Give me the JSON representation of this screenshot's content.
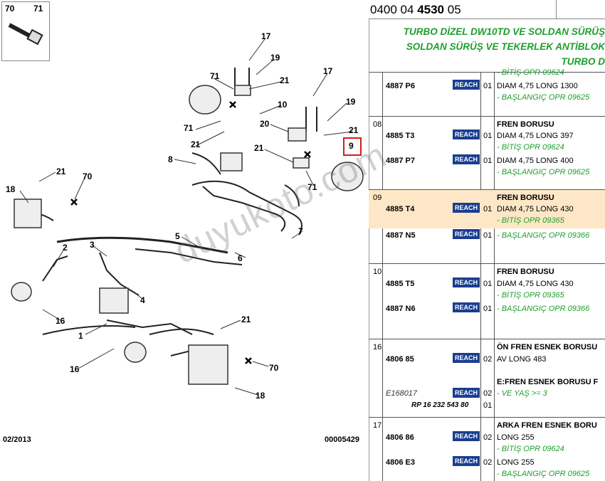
{
  "diagram": {
    "kit_labels": [
      "70",
      "71"
    ],
    "footer_left": "02/2013",
    "footer_right": "00005429",
    "watermark": "duyukoto.com",
    "callouts": [
      "17",
      "19",
      "21",
      "71",
      "10",
      "71",
      "21",
      "20",
      "8",
      "17",
      "19",
      "21",
      "9",
      "21",
      "71",
      "21",
      "70",
      "18",
      "5",
      "7",
      "3",
      "6",
      "2",
      "4",
      "16",
      "1",
      "21",
      "16",
      "70",
      "18"
    ]
  },
  "catalog": {
    "number_prefix": "0400 04 ",
    "number_bold": "4530",
    "number_suffix": " 05",
    "title_lines": [
      "TURBO DİZEL DW10TD VE SOLDAN SÜRÜŞ",
      "SOLDAN SÜRÜŞ VE TEKERLEK ANTİBLOK",
      "TURBO D"
    ],
    "badge_label": "REACH",
    "cut_text": "- BİTİŞ OPR 09624",
    "rows": [
      {
        "index": "",
        "part": "4887 P6",
        "qty": "01",
        "desc_title": "",
        "lines": [
          "DIAM 4,75 LONG 1300",
          "- BAŞLANGIÇ OPR 09625"
        ]
      },
      {
        "index": "08",
        "part": "4885 T3",
        "qty": "01",
        "desc_title": "FREN BORUSU",
        "lines": [
          "DIAM 4,75 LONG 397",
          "- BİTİŞ OPR 09624"
        ]
      },
      {
        "index": "",
        "part": "4887 P7",
        "qty": "01",
        "desc_title": "",
        "lines": [
          "DIAM 4,75 LONG 400",
          "- BAŞLANGIÇ OPR 09625"
        ]
      },
      {
        "index": "09",
        "part": "4885 T4",
        "qty": "01",
        "desc_title": "FREN BORUSU",
        "lines": [
          "DIAM 4,75 LONG 430",
          "- BİTİŞ OPR 09365"
        ]
      },
      {
        "index": "",
        "part": "4887 N5",
        "qty": "01",
        "desc_title": "",
        "lines": [
          "- BAŞLANGIÇ OPR 09366"
        ]
      },
      {
        "index": "10",
        "part": "4885 T5",
        "qty": "01",
        "desc_title": "FREN BORUSU",
        "lines": [
          "DIAM 4,75 LONG 430",
          "- BİTİŞ OPR 09365"
        ]
      },
      {
        "index": "",
        "part": "4887 N6",
        "qty": "01",
        "desc_title": "",
        "lines": [
          "- BAŞLANGIÇ OPR 09366"
        ]
      },
      {
        "index": "16",
        "part": "4806 85",
        "qty": "02",
        "desc_title": "ÖN FREN ESNEK BORUSU",
        "lines": [
          "AV LONG 483"
        ]
      },
      {
        "index": "",
        "part": "E168017",
        "qty": "02",
        "desc_title": "E:FREN ESNEK BORUSU F",
        "lines": [
          "- VE YAŞ >= 3"
        ]
      },
      {
        "index": "",
        "part": "RP 16 232 543 80",
        "qty": "01",
        "desc_title": "",
        "lines": []
      },
      {
        "index": "17",
        "part": "4806 86",
        "qty": "02",
        "desc_title": "ARKA FREN ESNEK BORU",
        "lines": [
          "LONG 255",
          "- BİTİŞ OPR 09624"
        ]
      },
      {
        "index": "",
        "part": "4806 E3",
        "qty": "02",
        "desc_title": "",
        "lines": [
          "LONG 255",
          "- BAŞLANGIÇ OPR 09625"
        ]
      }
    ]
  }
}
